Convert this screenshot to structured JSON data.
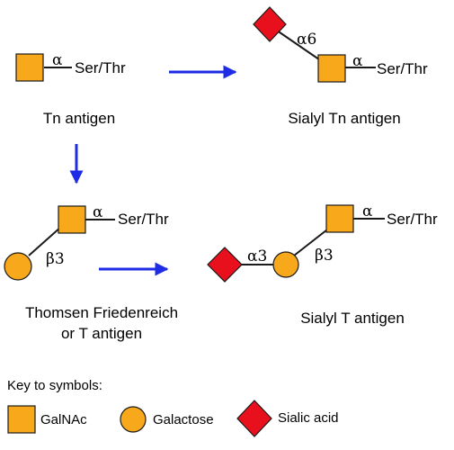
{
  "colors": {
    "galnac": "#F7A81B",
    "galactose": "#F7A81B",
    "sialic_acid": "#E8101C",
    "arrow": "#1E2CE6",
    "outline": "#1a1a1a"
  },
  "tn_antigen": {
    "linkage": "α",
    "aglycone": "Ser/Thr",
    "name": "Tn antigen"
  },
  "sialyl_tn_antigen": {
    "sialic_linkage": "α6",
    "linkage": "α",
    "aglycone": "Ser/Thr",
    "name": "Sialyl Tn antigen"
  },
  "t_antigen": {
    "linkage": "α",
    "aglycone": "Ser/Thr",
    "galactose_linkage": "β3",
    "name_line1": "Thomsen Friedenreich",
    "name_line2": "or T antigen"
  },
  "sialyl_t_antigen": {
    "sialic_linkage": "α3",
    "galactose_linkage": "β3",
    "linkage": "α",
    "aglycone": "Ser/Thr",
    "name": "Sialyl T antigen"
  },
  "key": {
    "title": "Key to symbols:",
    "galnac": "GalNAc",
    "galactose": "Galactose",
    "sialic_acid": "Sialic acid"
  },
  "icons": {
    "galnac": "orange-square",
    "galactose": "orange-circle",
    "sialic_acid": "red-diamond",
    "arrow": "blue-arrow"
  }
}
